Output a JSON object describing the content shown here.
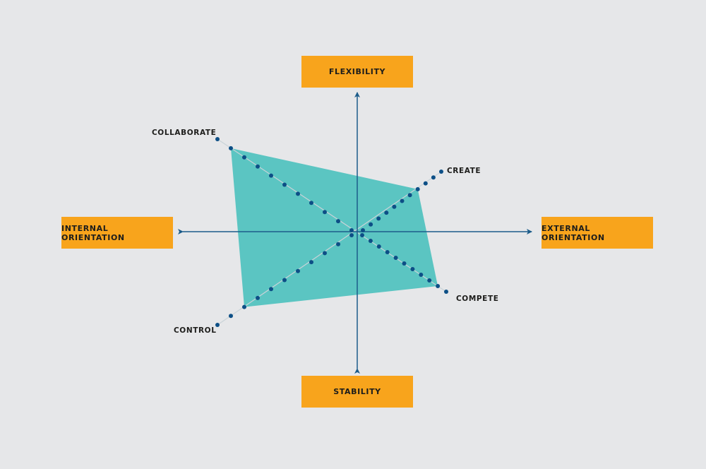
{
  "quadrant_axes": {
    "top": "FLEXIBILITY",
    "bottom": "STABILITY",
    "left": "INTERNAL ORIENTATION",
    "right": "EXTERNAL ORIENTATION"
  },
  "culture_axes": {
    "collaborate": "COLLABORATE",
    "create": "CREATE",
    "compete": "COMPETE",
    "control": "CONTROL"
  },
  "profile": {
    "scale_max": 10,
    "scores": {
      "collaborate": 9,
      "create": 7,
      "compete": 9,
      "control": 8
    }
  },
  "colors": {
    "background": "#e6e7e9",
    "label_box": "#f8a41c",
    "polygon": "#5bc5c2",
    "axis": "#1c5c8a",
    "dot": "#0d4f86",
    "diagonal": "#c9d3d8"
  }
}
